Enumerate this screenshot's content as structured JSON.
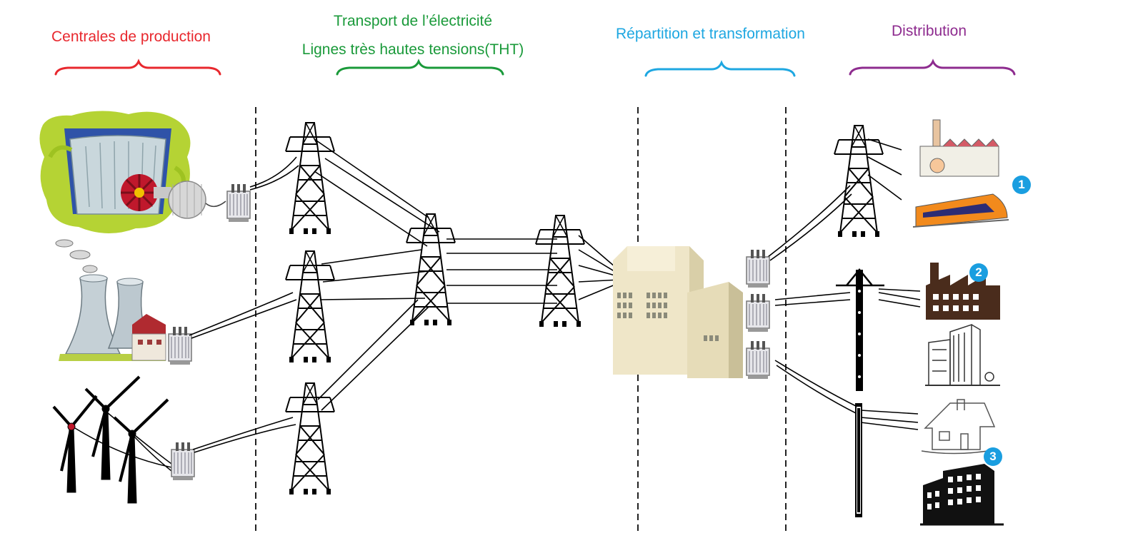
{
  "sections": [
    {
      "id": "production",
      "lines": [
        "Centrales de production"
      ],
      "color": "#e8282e"
    },
    {
      "id": "transport",
      "lines": [
        "Transport de l’électricité",
        "Lignes très hautes tensions(THT)"
      ],
      "color": "#1a9a3a"
    },
    {
      "id": "repartition",
      "lines": [
        "Répartition et transformation"
      ],
      "color": "#1ea7e1"
    },
    {
      "id": "distribution",
      "lines": [
        "Distribution"
      ],
      "color": "#8e2c8f"
    }
  ],
  "badges": [
    "1",
    "2",
    "3"
  ],
  "icons": {
    "dam": "hydro-dam-icon",
    "nuclear": "nuclear-plant-icon",
    "wind": "wind-turbines-icon",
    "transformer": "transformer-icon",
    "pylon": "pylon-icon",
    "substation": "substation-icon",
    "factory": "factory-icon",
    "train": "train-icon",
    "workshop": "workshop-icon",
    "buildings": "buildings-icon",
    "house": "house-icon",
    "office": "office-building-icon"
  }
}
